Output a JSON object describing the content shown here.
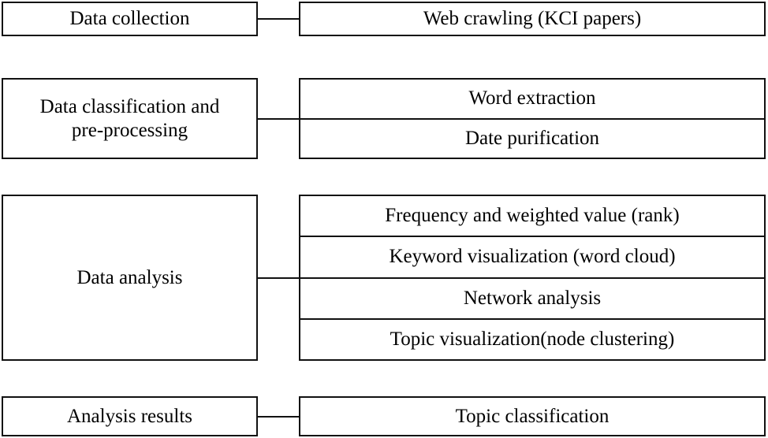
{
  "diagram": {
    "type": "flowchart",
    "orientation": "left-stage-to-right-tasks",
    "line_color": "#111111",
    "background_color": "#ffffff",
    "rows": [
      {
        "stage": "Data collection",
        "tasks": [
          "Web crawling (KCI papers)"
        ]
      },
      {
        "stage": "Data classification and pre-processing",
        "stage_line1": "Data classification and",
        "stage_line2": "pre-processing",
        "tasks": [
          "Word extraction",
          "Date purification"
        ]
      },
      {
        "stage": "Data analysis",
        "tasks": [
          "Frequency and weighted value (rank)",
          "Keyword visualization (word cloud)",
          "Network analysis",
          "Topic visualization(node clustering)"
        ]
      },
      {
        "stage": "Analysis results",
        "tasks": [
          "Topic classification"
        ]
      }
    ]
  }
}
